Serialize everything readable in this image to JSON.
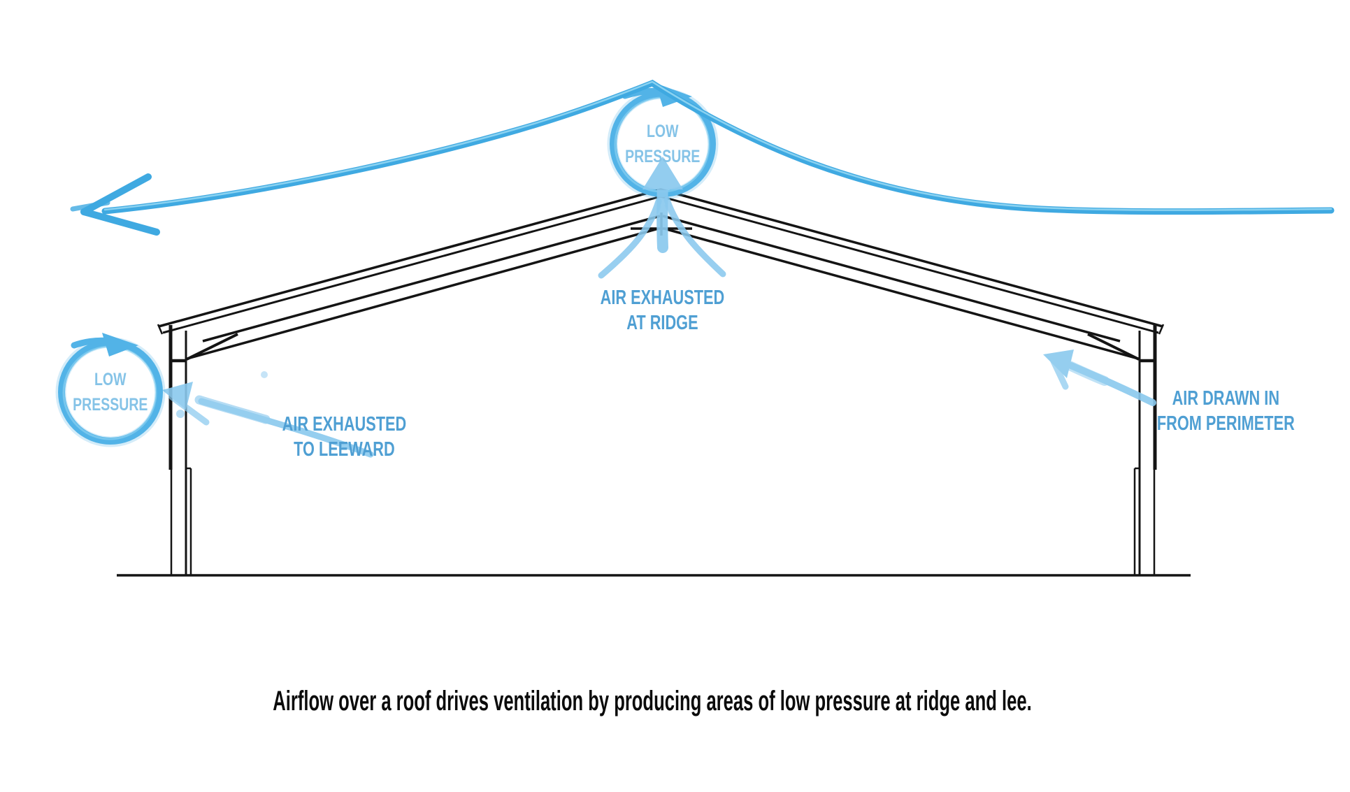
{
  "diagram": {
    "caption": "Airflow over a roof drives ventilation by producing areas of low pressure at ridge and lee.",
    "ridge_pressure_label": {
      "line1": "LOW",
      "line2": "PRESSURE"
    },
    "lee_pressure_label": {
      "line1": "LOW",
      "line2": "PRESSURE"
    },
    "annotations": {
      "ridge": {
        "line1": "AIR EXHAUSTED",
        "line2": "AT RIDGE"
      },
      "leeward": {
        "line1": "AIR EXHAUSTED",
        "line2": "TO LEEWARD"
      },
      "perimeter": {
        "line1": "AIR DRAWN IN",
        "line2": "FROM PERIMETER"
      }
    },
    "colors": {
      "structure_ink": "#141414",
      "wind_blue": "#3fa9e1",
      "wind_highlight": "#9ddcf5",
      "soft_blue": "#8ac9ee",
      "circle_blue": "#52b3e7",
      "pressure_text_blue": "#85c3e7",
      "label_blue": "#4f9fd3",
      "caption_black": "#0b0b0b"
    }
  }
}
